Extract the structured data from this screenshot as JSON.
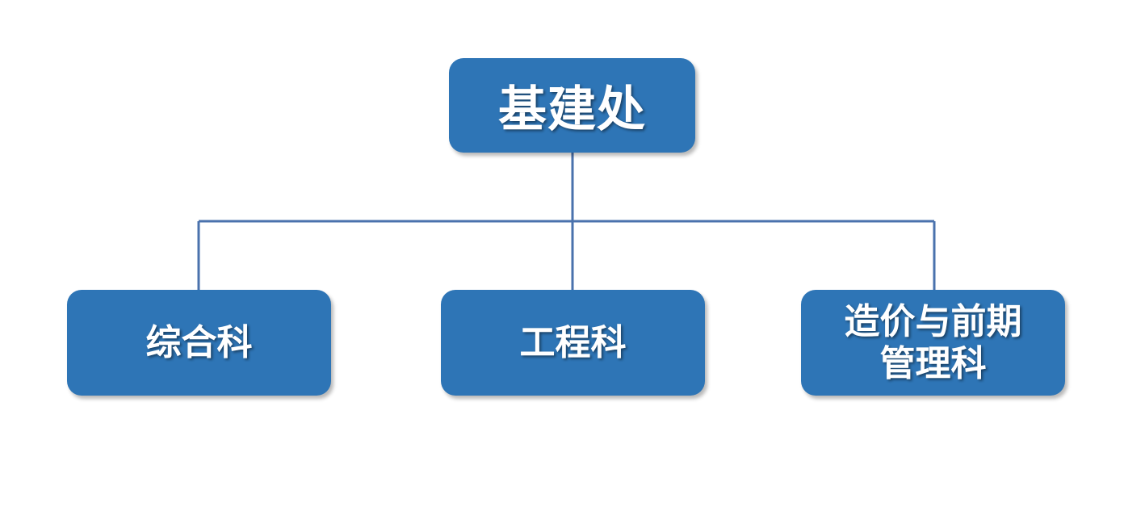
{
  "diagram": {
    "root": {
      "label": "基建处"
    },
    "children": [
      {
        "lines": [
          "综合科"
        ]
      },
      {
        "lines": [
          "工程科"
        ]
      },
      {
        "lines": [
          "造价与前期",
          "管理科"
        ]
      }
    ],
    "colors": {
      "box": "#2e75b6",
      "connector": "#4a72ad",
      "text": "#ffffff"
    }
  }
}
